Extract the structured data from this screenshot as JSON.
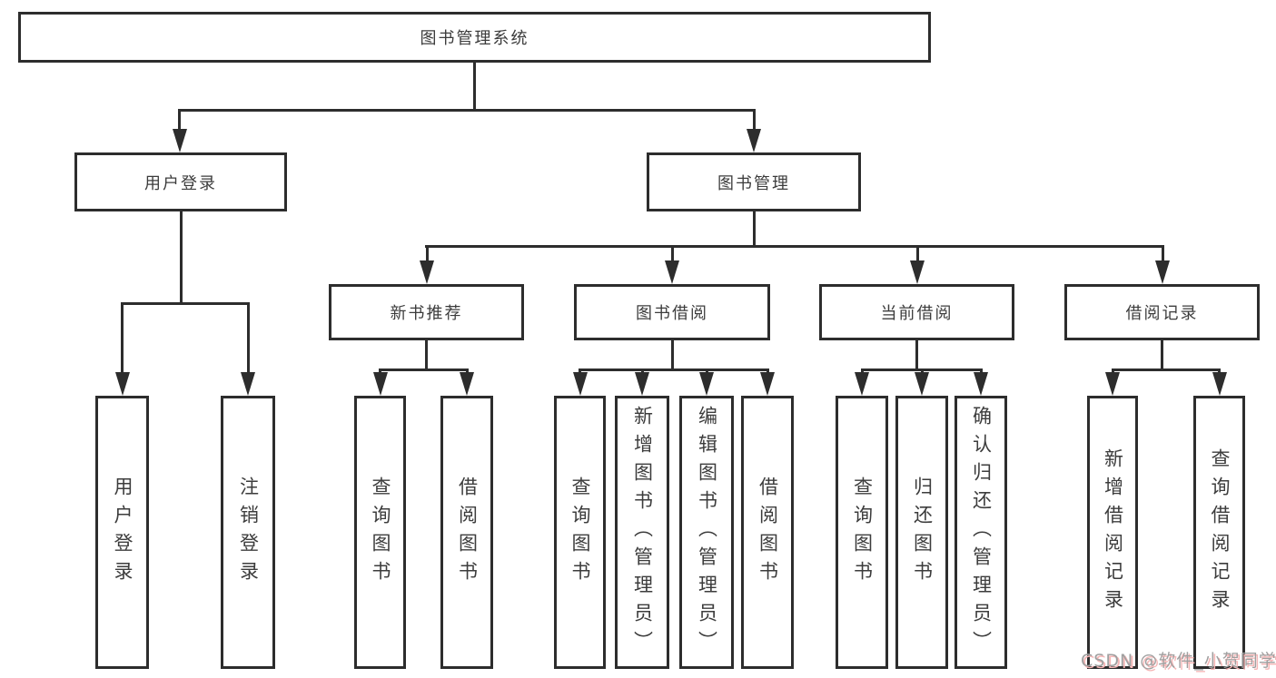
{
  "diagram": {
    "root": {
      "label": "图书管理系统"
    },
    "level2": [
      {
        "label": "用户登录"
      },
      {
        "label": "图书管理"
      }
    ],
    "level3": [
      {
        "label": "新书推荐"
      },
      {
        "label": "图书借阅"
      },
      {
        "label": "当前借阅"
      },
      {
        "label": "借阅记录"
      }
    ],
    "leaves": {
      "login": [
        {
          "label": "用户登录"
        },
        {
          "label": "注销登录"
        }
      ],
      "recommend": [
        {
          "label": "查询图书"
        },
        {
          "label": "借阅图书"
        }
      ],
      "borrow": [
        {
          "label": "查询图书"
        },
        {
          "label": "新增图书（管理员）"
        },
        {
          "label": "编辑图书（管理员）"
        },
        {
          "label": "借阅图书"
        }
      ],
      "current": [
        {
          "label": "查询图书"
        },
        {
          "label": "归还图书"
        },
        {
          "label": "确认归还（管理员）"
        }
      ],
      "records": [
        {
          "label": "新增借阅记录"
        },
        {
          "label": "查询借阅记录"
        }
      ]
    }
  },
  "watermark": {
    "text": "CSDN @软件_小贺同学"
  },
  "colors": {
    "line": "#2d2d2d",
    "text": "#3c3c3c",
    "box_background": "#ffffff",
    "watermark_gray": "#a0a0a0",
    "watermark_pink": "#f6b6b6"
  }
}
